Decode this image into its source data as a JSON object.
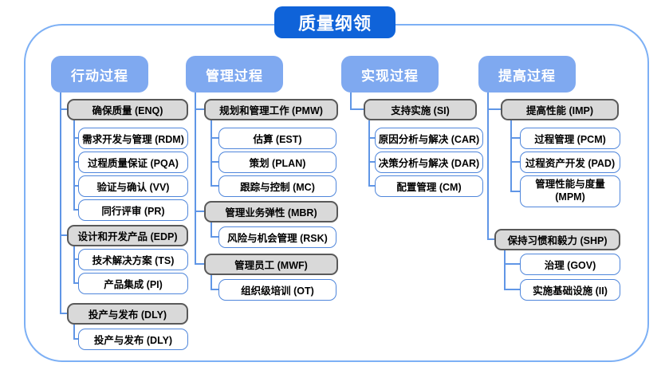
{
  "title": "质量纲领",
  "colors": {
    "title_bg": "#0f63d9",
    "header_bg": "#7fa9f0",
    "group_bg": "#d9d9d9",
    "group_border": "#595959",
    "leaf_border": "#4f86db",
    "connector": "#6096e6",
    "container_border": "#7db0f5"
  },
  "columns": [
    {
      "header": "行动过程",
      "groups": [
        {
          "label": "确保质量 (ENQ)",
          "children": [
            "需求开发与管理 (RDM)",
            "过程质量保证 (PQA)",
            "验证与确认 (VV)",
            "同行评审 (PR)"
          ]
        },
        {
          "label": "设计和开发产品 (EDP)",
          "children": [
            "技术解决方案 (TS)",
            "产品集成 (PI)"
          ]
        },
        {
          "label": "投产与发布 (DLY)",
          "children": [
            "投产与发布 (DLY)"
          ]
        }
      ]
    },
    {
      "header": "管理过程",
      "groups": [
        {
          "label": "规划和管理工作 (PMW)",
          "children": [
            "估算 (EST)",
            "策划 (PLAN)",
            "跟踪与控制 (MC)"
          ]
        },
        {
          "label": "管理业务弹性 (MBR)",
          "children": [
            "风险与机会管理 (RSK)"
          ]
        },
        {
          "label": "管理员工 (MWF)",
          "children": [
            "组织级培训 (OT)"
          ]
        }
      ]
    },
    {
      "header": "实现过程",
      "groups": [
        {
          "label": "支持实施 (SI)",
          "children": [
            "原因分析与解决 (CAR)",
            "决策分析与解决 (DAR)",
            "配置管理 (CM)"
          ]
        }
      ]
    },
    {
      "header": "提高过程",
      "groups": [
        {
          "label": "提高性能 (IMP)",
          "children": [
            "过程管理 (PCM)",
            "过程资产开发 (PAD)",
            "管理性能与度量 (MPM)"
          ]
        },
        {
          "label": "保持习惯和毅力 (SHP)",
          "children": [
            "治理 (GOV)",
            "实施基础设施 (II)"
          ]
        }
      ]
    }
  ]
}
